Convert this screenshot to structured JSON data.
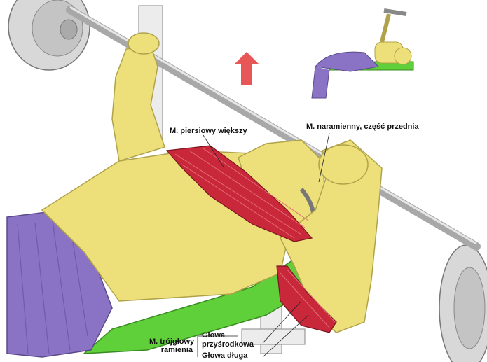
{
  "labels": {
    "pectoralis": "M. piersiowy większy",
    "deltoid": "M. naramienny, część przednia",
    "triceps_line1": "M. trójgłowy",
    "triceps_line2": "ramienia",
    "medial_head_line1": "Głowa",
    "medial_head_line2": "przyśrodkowa",
    "long_head": "Głowa długa"
  },
  "icons": {
    "motion_arrow": "up-arrow-icon"
  },
  "colors": {
    "body_highlight": "#ede07a",
    "muscle_red": "#c8283a",
    "bench_green": "#5fcf3a",
    "shorts_purple": "#8a73c4",
    "arrow_red": "#e43a3a",
    "plate_grey": "#b9b9b9"
  }
}
